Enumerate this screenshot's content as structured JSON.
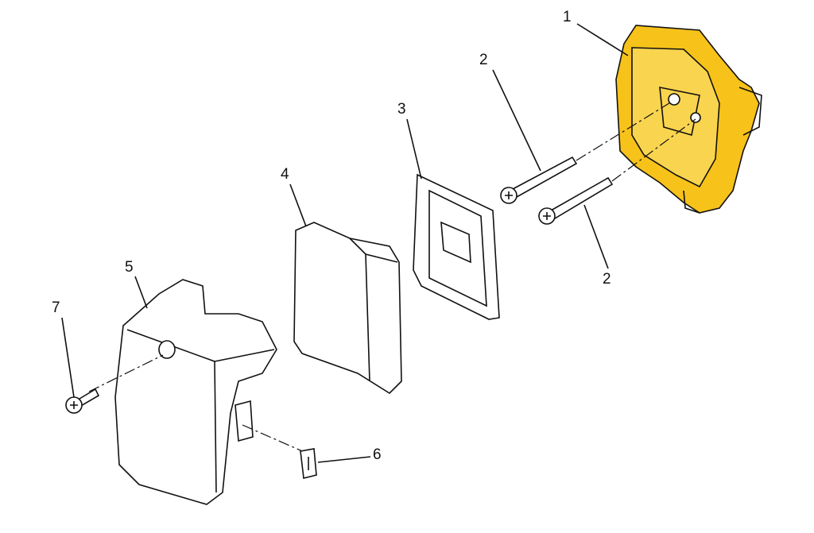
{
  "diagram": {
    "highlight_color": "#f7c21a",
    "callouts": [
      {
        "id": "c1",
        "number": "1"
      },
      {
        "id": "c2a",
        "number": "2"
      },
      {
        "id": "c3",
        "number": "3"
      },
      {
        "id": "c4",
        "number": "4"
      },
      {
        "id": "c5",
        "number": "5"
      },
      {
        "id": "c6",
        "number": "6"
      },
      {
        "id": "c7",
        "number": "7"
      },
      {
        "id": "c2b",
        "number": "2"
      }
    ]
  }
}
